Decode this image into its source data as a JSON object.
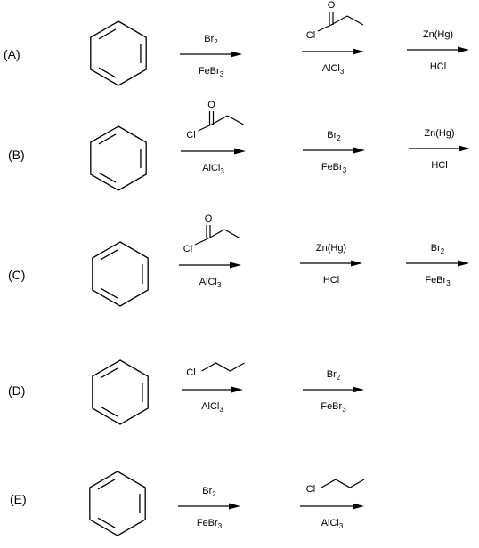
{
  "options": [
    {
      "label": "(A)",
      "steps": [
        {
          "above": {
            "text": "Br",
            "sub": "2"
          },
          "below": {
            "text": "FeBr",
            "sub": "3"
          }
        },
        {
          "above": {
            "structure": "propanoyl-chloride",
            "atoms": [
              "O",
              "Cl"
            ]
          },
          "below": {
            "text": "AlCl",
            "sub": "3"
          }
        },
        {
          "above": {
            "text": "Zn(Hg)",
            "sub": ""
          },
          "below": {
            "text": "HCl",
            "sub": ""
          }
        }
      ]
    },
    {
      "label": "(B)",
      "steps": [
        {
          "above": {
            "structure": "propanoyl-chloride",
            "atoms": [
              "O",
              "Cl"
            ]
          },
          "below": {
            "text": "AlCl",
            "sub": "3"
          }
        },
        {
          "above": {
            "text": "Br",
            "sub": "2"
          },
          "below": {
            "text": "FeBr",
            "sub": "3"
          }
        },
        {
          "above": {
            "text": "Zn(Hg)",
            "sub": ""
          },
          "below": {
            "text": "HCl",
            "sub": ""
          }
        }
      ]
    },
    {
      "label": "(C)",
      "steps": [
        {
          "above": {
            "structure": "propanoyl-chloride",
            "atoms": [
              "O",
              "Cl"
            ]
          },
          "below": {
            "text": "AlCl",
            "sub": "3"
          }
        },
        {
          "above": {
            "text": "Zn(Hg)",
            "sub": ""
          },
          "below": {
            "text": "HCl",
            "sub": ""
          }
        },
        {
          "above": {
            "text": "Br",
            "sub": "2"
          },
          "below": {
            "text": "FeBr",
            "sub": "3"
          }
        }
      ]
    },
    {
      "label": "(D)",
      "steps": [
        {
          "above": {
            "structure": "1-chloropropane",
            "atoms": [
              "Cl"
            ]
          },
          "below": {
            "text": "AlCl",
            "sub": "3"
          }
        },
        {
          "above": {
            "text": "Br",
            "sub": "2"
          },
          "below": {
            "text": "FeBr",
            "sub": "3"
          }
        }
      ]
    },
    {
      "label": "(E)",
      "steps": [
        {
          "above": {
            "text": "Br",
            "sub": "2"
          },
          "below": {
            "text": "FeBr",
            "sub": "3"
          }
        },
        {
          "above": {
            "structure": "1-chloropropane",
            "atoms": [
              "Cl"
            ]
          },
          "below": {
            "text": "AlCl",
            "sub": "3"
          }
        }
      ]
    }
  ]
}
